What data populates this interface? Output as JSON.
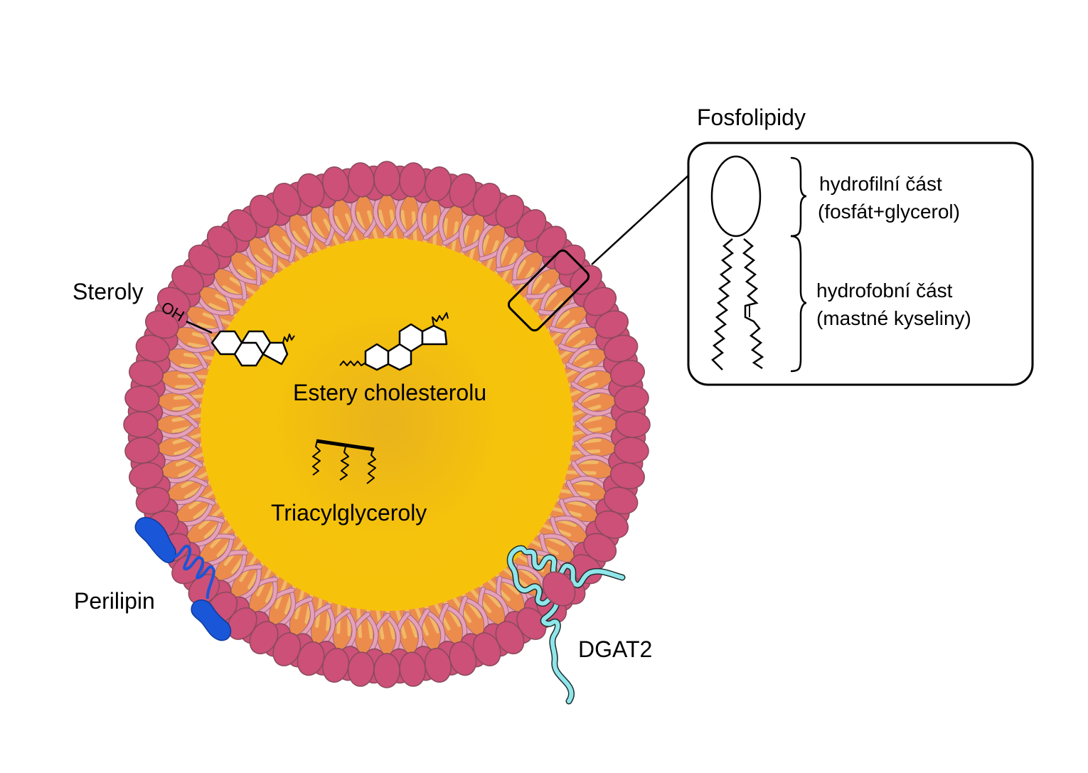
{
  "labels": {
    "phospholipids_title": "Fosfolipidy",
    "hydrophilic_line1": "hydrofilní část",
    "hydrophilic_line2": "(fosfát+glycerol)",
    "hydrophobic_line1": "hydrofobní část",
    "hydrophobic_line2": "(mastné kyseliny)",
    "sterols": "Steroly",
    "sterol_oh": "OH",
    "cholesterol_esters": "Estery cholesterolu",
    "triacylglycerols": "Triacylglyceroly",
    "perilipin": "Perilipin",
    "dgat2": "DGAT2"
  },
  "colors": {
    "core": "#f5c20c",
    "core_center": "#eab51a",
    "head": "#cc5078",
    "head_stroke": "#8a4a5c",
    "tail": "#e6a0b8",
    "tail_stroke": "#a86a80",
    "inner_tail": "#f3c56e",
    "membrane_band": "#ec8c4c",
    "perilipin": "#1a56d8",
    "dgat2": "#8ee6ea"
  }
}
